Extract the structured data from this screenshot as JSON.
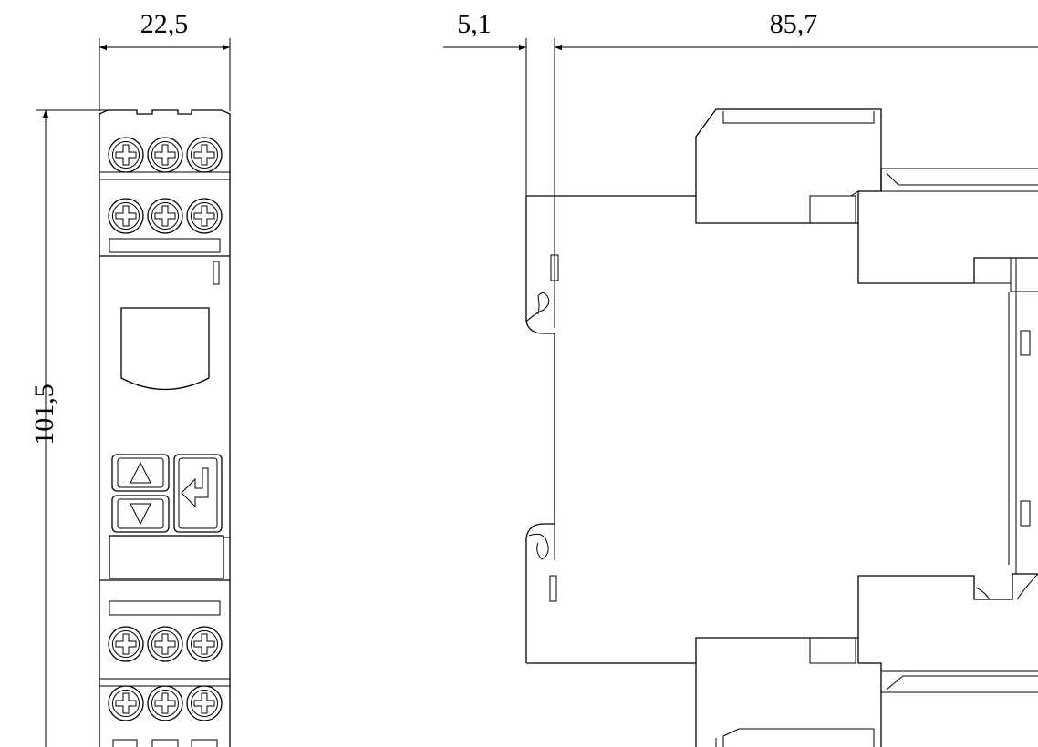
{
  "dimensions": {
    "front_width": "22,5",
    "height": "101,5",
    "rail_offset": "5,1",
    "depth": "85,7"
  },
  "colors": {
    "line": "#000000",
    "background": "#ffffff"
  },
  "icons": [
    "terminal-screw-icon",
    "arrow-up-icon",
    "arrow-down-icon",
    "enter-icon"
  ]
}
